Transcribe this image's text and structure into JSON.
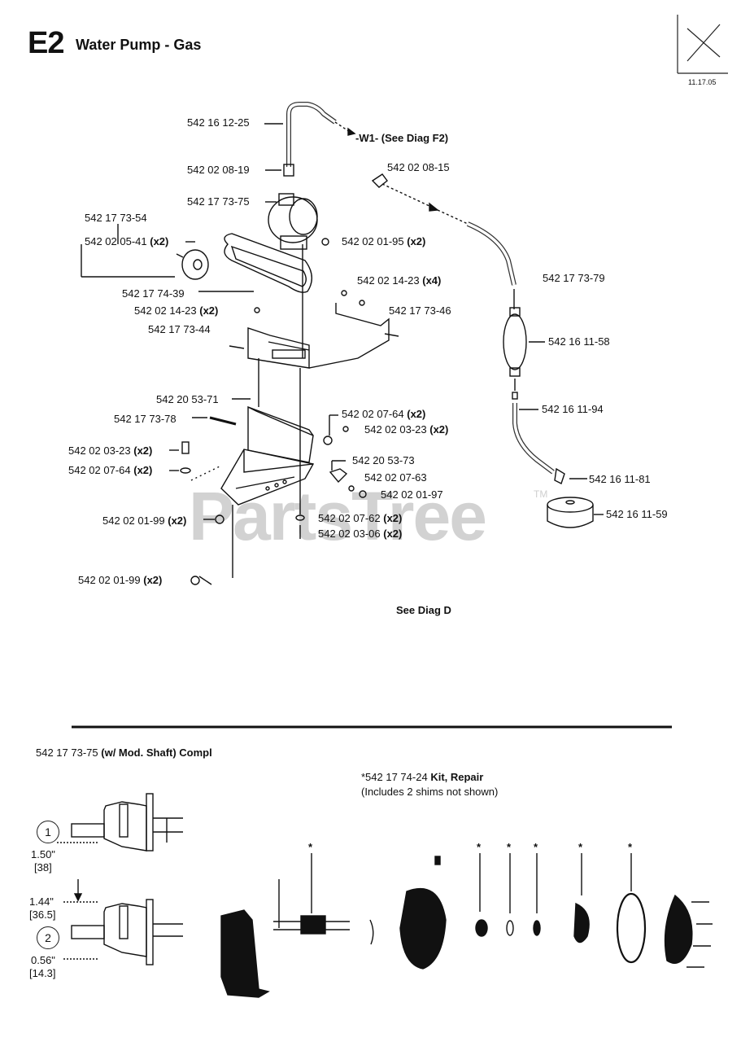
{
  "header": {
    "section_code": "E2",
    "section_title": "Water Pump - Gas",
    "date": "11.17.05"
  },
  "watermark": {
    "text": "PartsTree",
    "tm": "TM"
  },
  "parts": [
    {
      "num": "542 16 12-25",
      "qty": ""
    },
    {
      "num": "542 02 08-19",
      "qty": ""
    },
    {
      "num": "542 17 73-75",
      "qty": ""
    },
    {
      "num": "542 02 08-15",
      "qty": ""
    },
    {
      "num": "542 17 73-54",
      "qty": ""
    },
    {
      "num": "542 02 05-41",
      "qty": "(x2)"
    },
    {
      "num": "542 02 01-95",
      "qty": "(x2)"
    },
    {
      "num": "542 02 14-23",
      "qty": "(x4)"
    },
    {
      "num": "542 17 73-79",
      "qty": ""
    },
    {
      "num": "542 17 74-39",
      "qty": ""
    },
    {
      "num": "542 02 14-23",
      "qty": "(x2)"
    },
    {
      "num": "542 17 73-46",
      "qty": ""
    },
    {
      "num": "542 17 73-44",
      "qty": ""
    },
    {
      "num": "542 16 11-58",
      "qty": ""
    },
    {
      "num": "542 20 53-71",
      "qty": ""
    },
    {
      "num": "542 16 11-94",
      "qty": ""
    },
    {
      "num": "542 17 73-78",
      "qty": ""
    },
    {
      "num": "542 02 07-64",
      "qty": "(x2)"
    },
    {
      "num": "542 02 03-23",
      "qty": "(x2)"
    },
    {
      "num": "542 02 03-23",
      "qty": "(x2)"
    },
    {
      "num": "542 20 53-73",
      "qty": ""
    },
    {
      "num": "542 02 07-64",
      "qty": "(x2)"
    },
    {
      "num": "542 02 07-63",
      "qty": ""
    },
    {
      "num": "542 16 11-81",
      "qty": ""
    },
    {
      "num": "542 02 01-97",
      "qty": ""
    },
    {
      "num": "542 16 11-59",
      "qty": ""
    },
    {
      "num": "542 02 01-99",
      "qty": "(x2)"
    },
    {
      "num": "542 02 07-62",
      "qty": "(x2)"
    },
    {
      "num": "542 02 03-06",
      "qty": "(x2)"
    },
    {
      "num": "542 02 01-99",
      "qty": "(x2)"
    }
  ],
  "references": {
    "w1": "-W1- (See Diag F2)",
    "diag_d": "See Diag D"
  },
  "lower": {
    "assembly_num": "542 17 73-75",
    "assembly_note": "(w/ Mod. Shaft) Compl",
    "kit_num": "*542 17 74-24",
    "kit_name": "Kit, Repair",
    "kit_note": "(Includes 2 shims not shown)",
    "variant1": "1",
    "variant2": "2",
    "dim1_in": "1.50\"",
    "dim1_mm": "[38]",
    "dim2_in": "1.44\"",
    "dim2_mm": "[36.5]",
    "dim3_in": "0.56\"",
    "dim3_mm": "[14.3]",
    "kit_marker": "*"
  }
}
